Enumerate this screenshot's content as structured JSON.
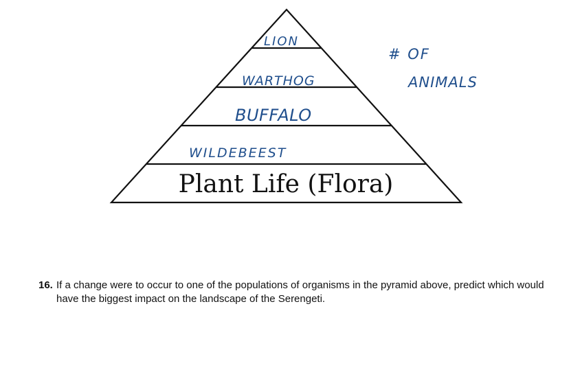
{
  "pyramid": {
    "levels": {
      "lion": "LION",
      "warthog": "WARTHOG",
      "buffalo": "BUFFALO",
      "wildebeest": "WILDEBEEST",
      "plant_life": "Plant Life (Flora)"
    },
    "side_note": {
      "line1": "# OF",
      "line2": "ANIMALS"
    },
    "handwriting_color": "#1f4e8c"
  },
  "question": {
    "number": "16.",
    "text": "If a change were to occur to one of the populations of organisms in the pyramid above, predict which would have the biggest impact on the landscape of the Serengeti."
  }
}
